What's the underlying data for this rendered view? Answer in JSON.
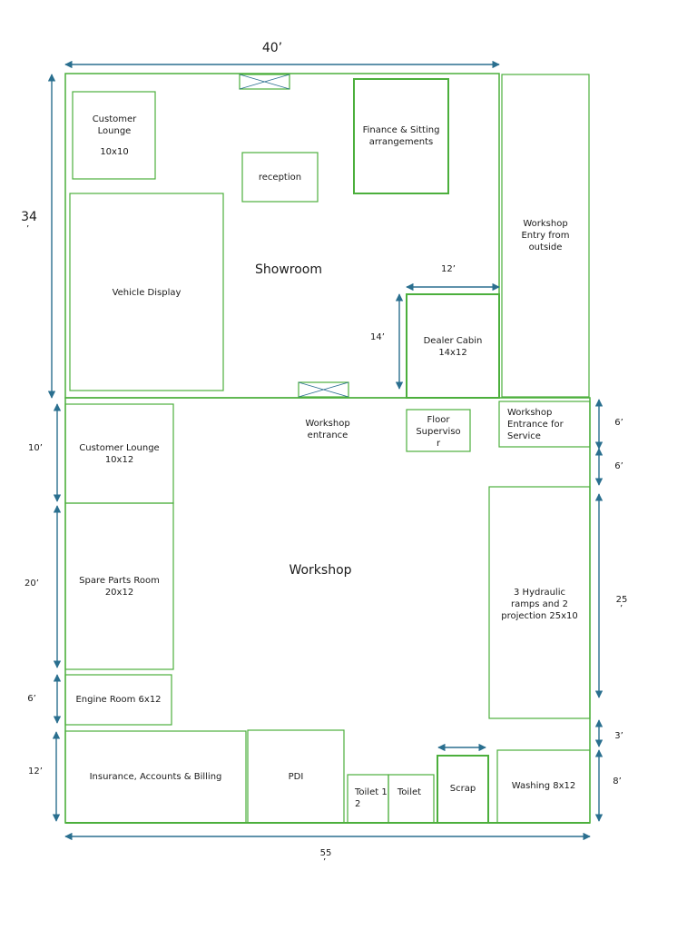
{
  "floor_plan": {
    "dimensions": {
      "top_width": "40’",
      "left_height": "34",
      "left_height_tick": "’",
      "dealer_cabin_width": "12’",
      "dealer_cabin_height": "14’",
      "ws_customer_lounge_height": "10’",
      "spare_parts_height": "20’",
      "engine_room_height": "6’",
      "billing_height": "12’",
      "right_entrance_height": "6’",
      "right_gap_height": "6’",
      "ramps_height": "25",
      "ramps_height_tick": "’",
      "right_gap2_height": "3’",
      "washing_height": "8’",
      "bottom_width": "55",
      "bottom_width_tick": "’"
    },
    "showroom": {
      "title": "Showroom",
      "customer_lounge": {
        "line1": "Customer",
        "line2": "Lounge",
        "size": "10x10"
      },
      "reception": "reception",
      "finance": {
        "line1": "Finance & Sitting",
        "line2": "arrangements"
      },
      "vehicle_display": "Vehicle Display",
      "dealer_cabin": {
        "line1": "Dealer Cabin",
        "line2": "14x12"
      },
      "workshop_entry": {
        "line1": "Workshop",
        "line2": "Entry from",
        "line3": "outside"
      }
    },
    "workshop": {
      "title": "Workshop",
      "entrance": {
        "line1": "Workshop",
        "line2": "entrance"
      },
      "floor_supervisor": {
        "line1": "Floor",
        "line2": "Superviso",
        "line3": "r"
      },
      "service_entrance": {
        "line1": "Workshop",
        "line2": "Entrance for",
        "line3": "Service"
      },
      "customer_lounge": {
        "line1": "Customer Lounge",
        "line2": "10x12"
      },
      "spare_parts": {
        "line1": "Spare Parts Room",
        "line2": "20x12"
      },
      "engine_room": "Engine Room 6x12",
      "ramps": {
        "line1": "3 Hydraulic",
        "line2": "ramps and 2",
        "line3": "projection 25x10"
      },
      "billing": "Insurance, Accounts & Billing",
      "pdi": "PDI",
      "toilet1": {
        "line1": "Toilet 1",
        "line2": "2"
      },
      "toilet2": "Toilet",
      "scrap": "Scrap",
      "washing": "Washing 8x12"
    }
  }
}
